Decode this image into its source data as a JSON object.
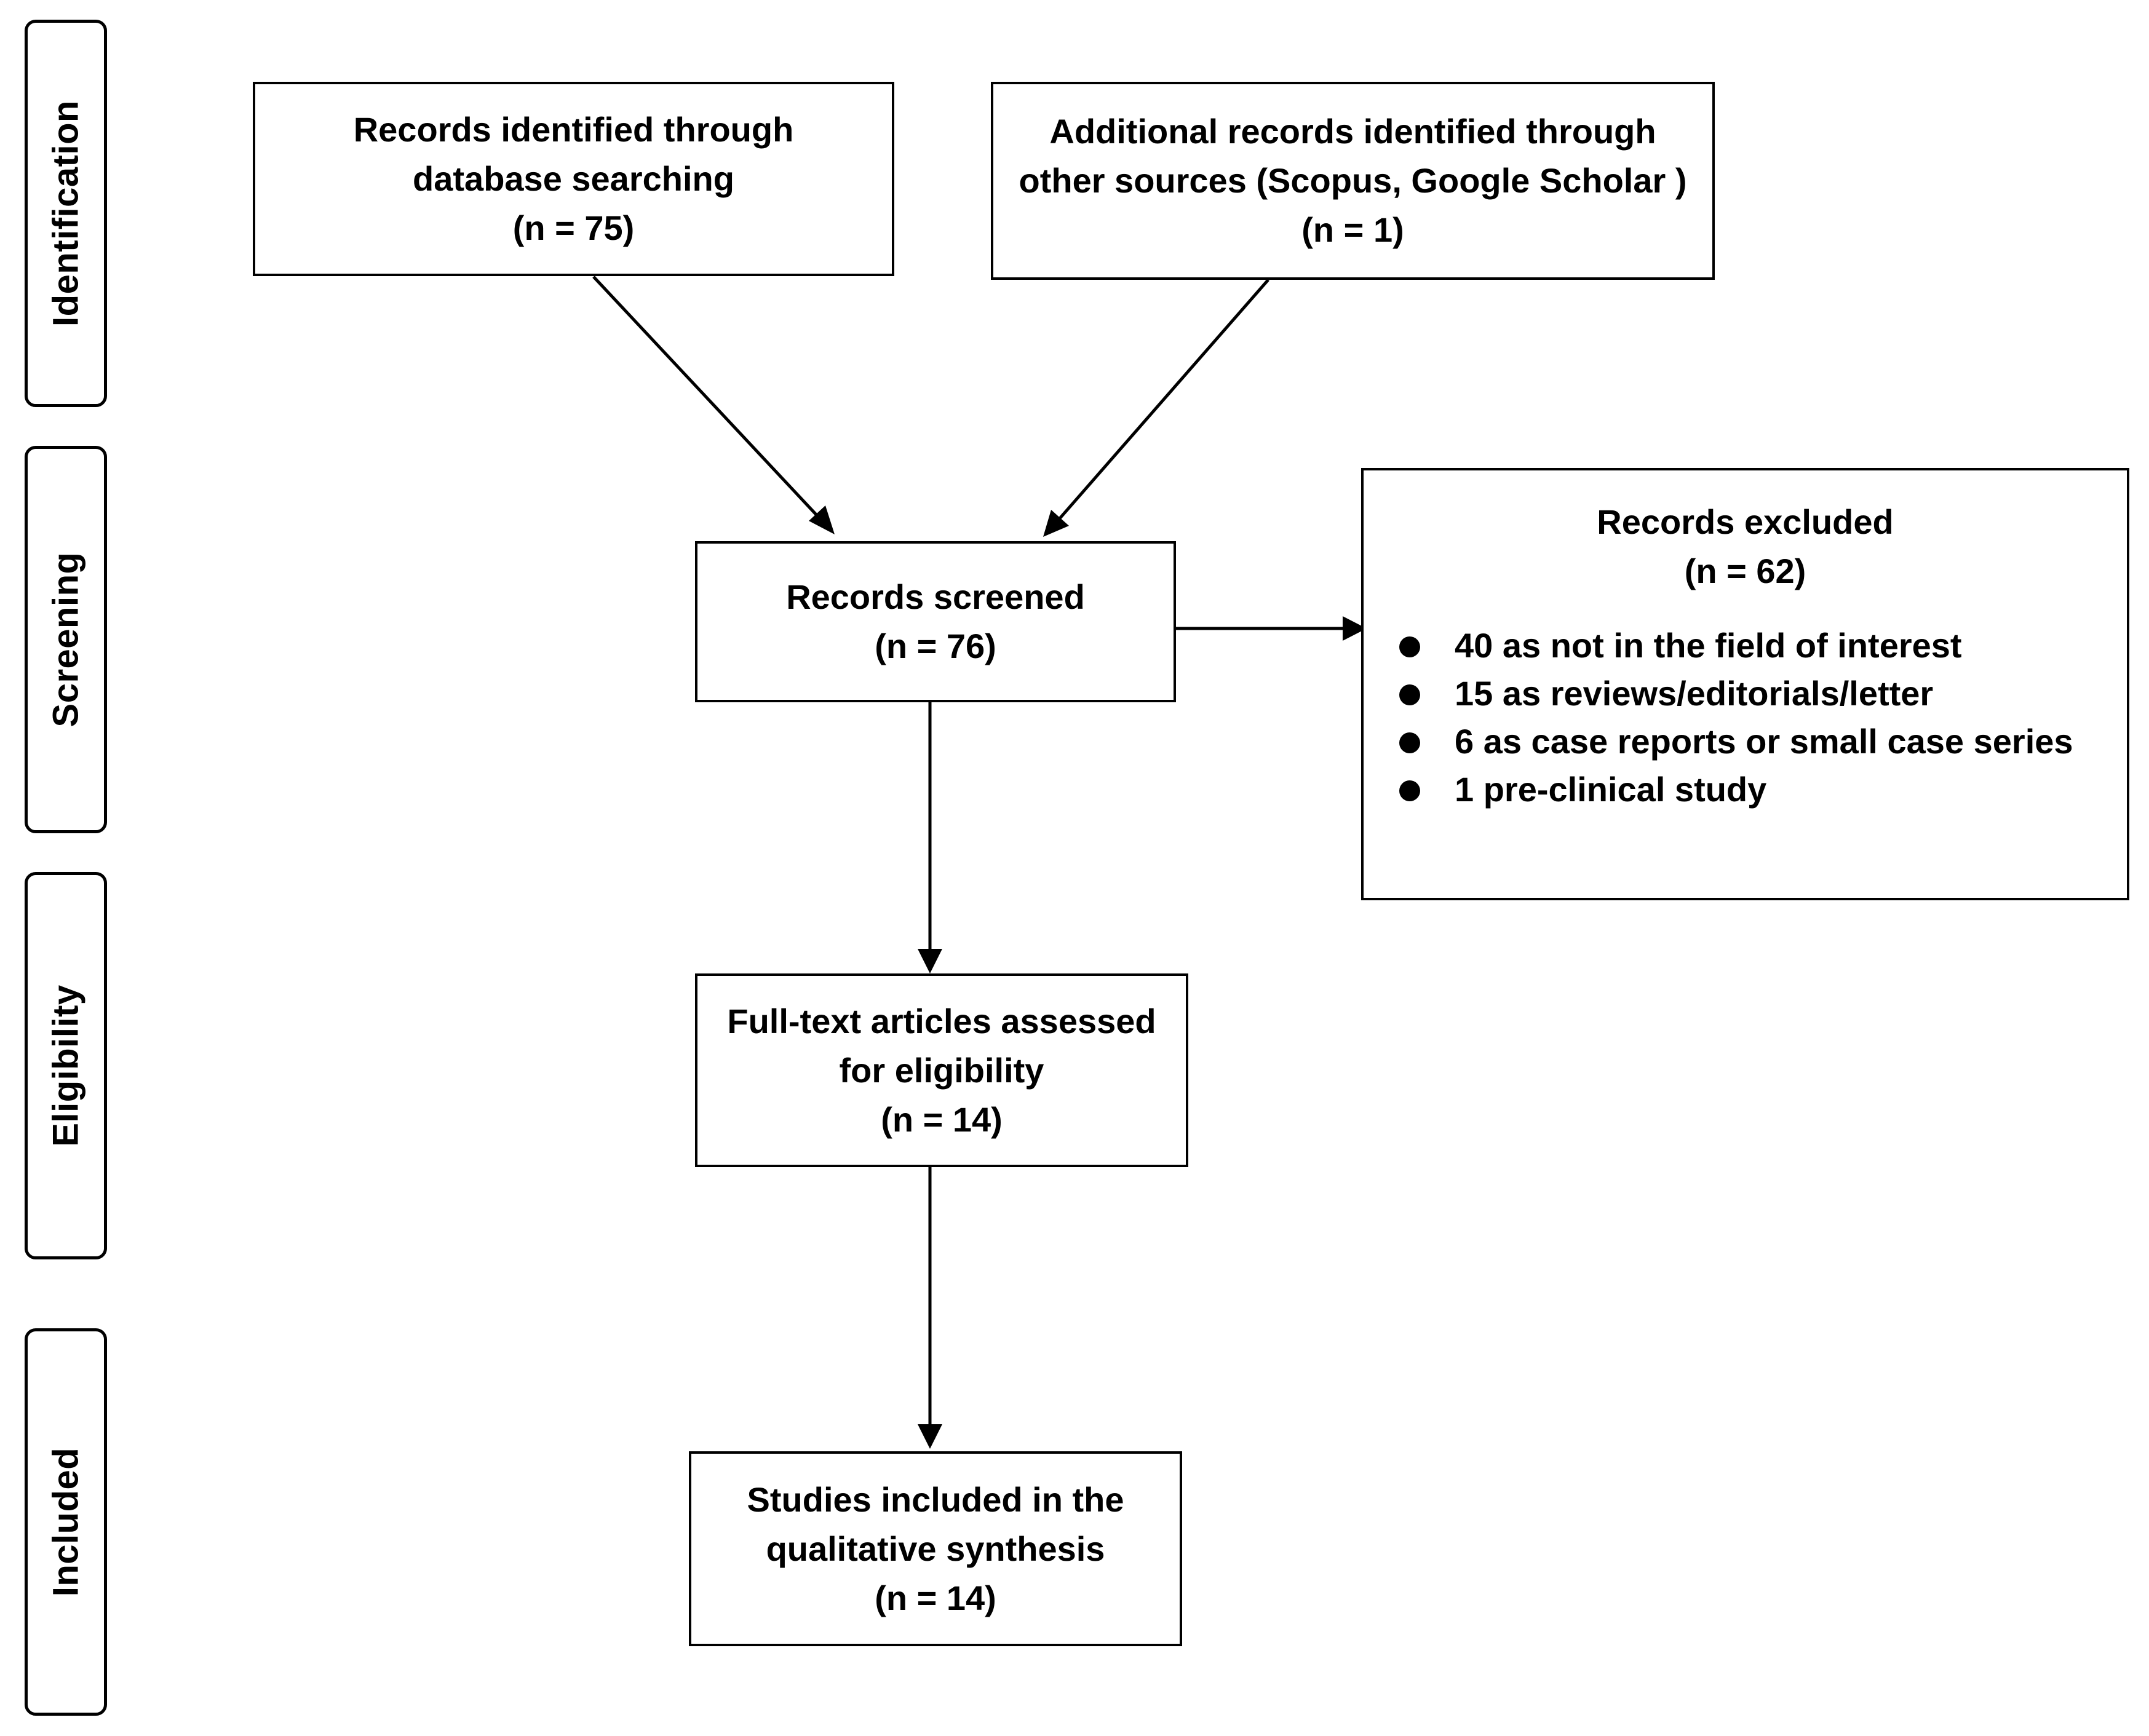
{
  "stages": {
    "identification": "Identification",
    "screening": "Screening",
    "eligibility": "Eligibility",
    "included": "Included"
  },
  "boxes": {
    "database": {
      "line1": "Records identified through",
      "line2": "database searching",
      "count": "(n =  75)"
    },
    "other_sources": {
      "line1": "Additional records identified through",
      "line2": "other sources (Scopus, Google Scholar )",
      "count": "(n =  1)"
    },
    "screened": {
      "line1": "Records screened",
      "count": "(n = 76)"
    },
    "excluded": {
      "title": "Records excluded",
      "count": "(n =  62)",
      "reasons": [
        "40 as not in the field of interest",
        "15 as reviews/editorials/letter",
        "6 as case reports or small case series",
        "1 pre-clinical study"
      ]
    },
    "eligibility": {
      "line1": "Full-text articles assessed",
      "line2": "for eligibility",
      "count": "(n = 14)"
    },
    "included": {
      "line1": "Studies included in the",
      "line2": "qualitative synthesis",
      "count": "(n = 14)"
    }
  }
}
